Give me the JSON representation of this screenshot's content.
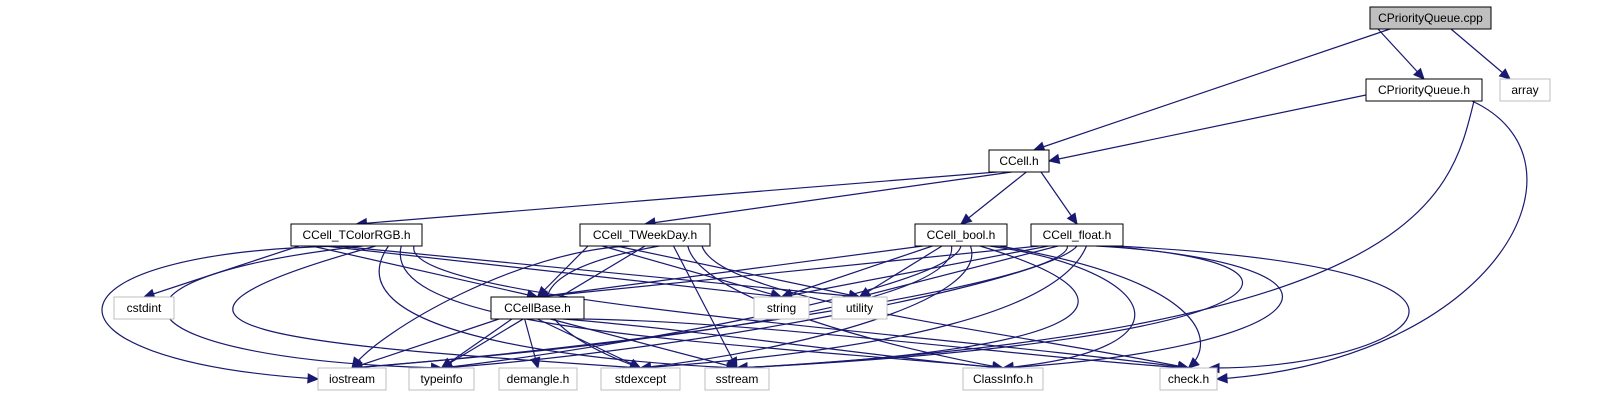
{
  "colors": {
    "edge": "#191970",
    "root_fill": "#bfbfbf",
    "node_border_doc": "#000000",
    "node_border_ext": "#bfbfbf",
    "node_fill": "#ffffff",
    "text": "#000000"
  },
  "diagram": {
    "type": "include-dependency-graph",
    "nodes": [
      {
        "id": "cpq_cpp",
        "label": "CPriorityQueue.cpp",
        "kind": "root"
      },
      {
        "id": "cpq_h",
        "label": "CPriorityQueue.h",
        "kind": "documented"
      },
      {
        "id": "array",
        "label": "array",
        "kind": "external"
      },
      {
        "id": "ccell_h",
        "label": "CCell.h",
        "kind": "documented"
      },
      {
        "id": "ccell_tcolorrgb_h",
        "label": "CCell_TColorRGB.h",
        "kind": "documented"
      },
      {
        "id": "ccell_tweekday_h",
        "label": "CCell_TWeekDay.h",
        "kind": "documented"
      },
      {
        "id": "ccell_bool_h",
        "label": "CCell_bool.h",
        "kind": "documented"
      },
      {
        "id": "ccell_float_h",
        "label": "CCell_float.h",
        "kind": "documented"
      },
      {
        "id": "cstdint",
        "label": "cstdint",
        "kind": "external"
      },
      {
        "id": "ccellbase_h",
        "label": "CCellBase.h",
        "kind": "documented"
      },
      {
        "id": "string",
        "label": "string",
        "kind": "external"
      },
      {
        "id": "utility",
        "label": "utility",
        "kind": "external"
      },
      {
        "id": "iostream",
        "label": "iostream",
        "kind": "external"
      },
      {
        "id": "typeinfo",
        "label": "typeinfo",
        "kind": "external"
      },
      {
        "id": "demangle_h",
        "label": "demangle.h",
        "kind": "external"
      },
      {
        "id": "stdexcept",
        "label": "stdexcept",
        "kind": "external"
      },
      {
        "id": "sstream",
        "label": "sstream",
        "kind": "external"
      },
      {
        "id": "classinfo_h",
        "label": "ClassInfo.h",
        "kind": "external"
      },
      {
        "id": "check_h",
        "label": "check.h",
        "kind": "external"
      }
    ],
    "edges": [
      [
        "cpq_cpp",
        "cpq_h"
      ],
      [
        "cpq_cpp",
        "array"
      ],
      [
        "cpq_cpp",
        "ccell_h"
      ],
      [
        "cpq_h",
        "ccell_h"
      ],
      [
        "cpq_h",
        "check_h"
      ],
      [
        "cpq_h",
        "sstream"
      ],
      [
        "ccell_h",
        "ccell_tcolorrgb_h"
      ],
      [
        "ccell_h",
        "ccell_tweekday_h"
      ],
      [
        "ccell_h",
        "ccell_bool_h"
      ],
      [
        "ccell_h",
        "ccell_float_h"
      ],
      [
        "ccell_tcolorrgb_h",
        "cstdint"
      ],
      [
        "ccell_tcolorrgb_h",
        "ccellbase_h"
      ],
      [
        "ccell_tcolorrgb_h",
        "string"
      ],
      [
        "ccell_tcolorrgb_h",
        "utility"
      ],
      [
        "ccell_tcolorrgb_h",
        "iostream"
      ],
      [
        "ccell_tcolorrgb_h",
        "typeinfo"
      ],
      [
        "ccell_tcolorrgb_h",
        "stdexcept"
      ],
      [
        "ccell_tcolorrgb_h",
        "sstream"
      ],
      [
        "ccell_tcolorrgb_h",
        "classinfo_h"
      ],
      [
        "ccell_tcolorrgb_h",
        "check_h"
      ],
      [
        "ccell_tweekday_h",
        "ccellbase_h"
      ],
      [
        "ccell_tweekday_h",
        "string"
      ],
      [
        "ccell_tweekday_h",
        "utility"
      ],
      [
        "ccell_tweekday_h",
        "iostream"
      ],
      [
        "ccell_tweekday_h",
        "typeinfo"
      ],
      [
        "ccell_tweekday_h",
        "stdexcept"
      ],
      [
        "ccell_tweekday_h",
        "sstream"
      ],
      [
        "ccell_tweekday_h",
        "classinfo_h"
      ],
      [
        "ccell_tweekday_h",
        "check_h"
      ],
      [
        "ccell_bool_h",
        "ccellbase_h"
      ],
      [
        "ccell_bool_h",
        "string"
      ],
      [
        "ccell_bool_h",
        "utility"
      ],
      [
        "ccell_bool_h",
        "iostream"
      ],
      [
        "ccell_bool_h",
        "typeinfo"
      ],
      [
        "ccell_bool_h",
        "stdexcept"
      ],
      [
        "ccell_bool_h",
        "sstream"
      ],
      [
        "ccell_bool_h",
        "classinfo_h"
      ],
      [
        "ccell_bool_h",
        "check_h"
      ],
      [
        "ccell_float_h",
        "ccellbase_h"
      ],
      [
        "ccell_float_h",
        "string"
      ],
      [
        "ccell_float_h",
        "utility"
      ],
      [
        "ccell_float_h",
        "iostream"
      ],
      [
        "ccell_float_h",
        "typeinfo"
      ],
      [
        "ccell_float_h",
        "stdexcept"
      ],
      [
        "ccell_float_h",
        "sstream"
      ],
      [
        "ccell_float_h",
        "classinfo_h"
      ],
      [
        "ccell_float_h",
        "check_h"
      ],
      [
        "ccellbase_h",
        "iostream"
      ],
      [
        "ccellbase_h",
        "typeinfo"
      ],
      [
        "ccellbase_h",
        "demangle_h"
      ],
      [
        "ccellbase_h",
        "stdexcept"
      ],
      [
        "ccellbase_h",
        "sstream"
      ],
      [
        "ccellbase_h",
        "classinfo_h"
      ],
      [
        "ccellbase_h",
        "check_h"
      ]
    ]
  }
}
